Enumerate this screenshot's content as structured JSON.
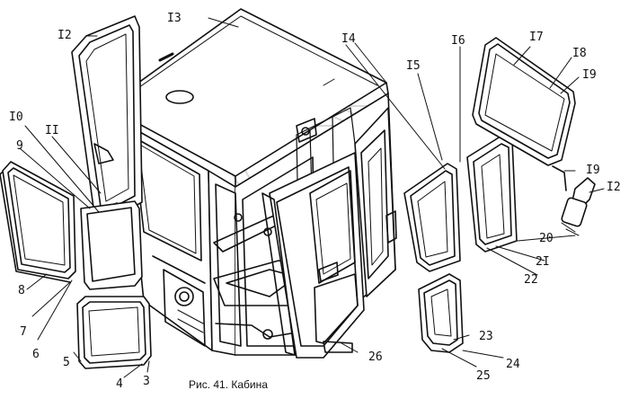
{
  "caption": "Рис. 41. Кабина",
  "callouts": [
    {
      "id": "c12a",
      "text": "I2"
    },
    {
      "id": "c13",
      "text": "I3"
    },
    {
      "id": "c14",
      "text": "I4"
    },
    {
      "id": "c15",
      "text": "I5"
    },
    {
      "id": "c16",
      "text": "I6"
    },
    {
      "id": "c17",
      "text": "I7"
    },
    {
      "id": "c18",
      "text": "I8"
    },
    {
      "id": "c19a",
      "text": "I9"
    },
    {
      "id": "c19b",
      "text": "I9"
    },
    {
      "id": "c12b",
      "text": "I2"
    },
    {
      "id": "c10",
      "text": "I0"
    },
    {
      "id": "c9",
      "text": "9"
    },
    {
      "id": "c11",
      "text": "II"
    },
    {
      "id": "c8",
      "text": "8"
    },
    {
      "id": "c7",
      "text": "7"
    },
    {
      "id": "c6",
      "text": "6"
    },
    {
      "id": "c5",
      "text": "5"
    },
    {
      "id": "c4",
      "text": "4"
    },
    {
      "id": "c3",
      "text": "3"
    },
    {
      "id": "c20",
      "text": "20"
    },
    {
      "id": "c21",
      "text": "2I"
    },
    {
      "id": "c22",
      "text": "22"
    },
    {
      "id": "c23",
      "text": "23"
    },
    {
      "id": "c24",
      "text": "24"
    },
    {
      "id": "c25",
      "text": "25"
    },
    {
      "id": "c26",
      "text": "26"
    }
  ]
}
